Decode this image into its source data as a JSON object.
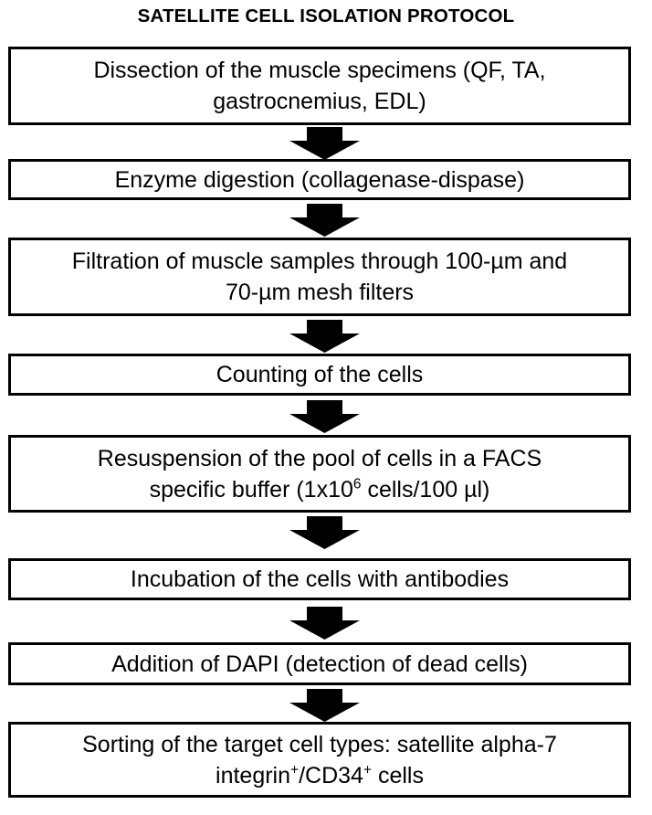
{
  "title": "SATELLITE CELL ISOLATION PROTOCOL",
  "colors": {
    "box_border": "#000000",
    "box_fill": "#ffffff",
    "arrow_fill": "#000000",
    "text": "#000000",
    "background": "#ffffff"
  },
  "chart_data": {
    "type": "diagram",
    "diagram_kind": "flowchart",
    "orientation": "vertical-top-to-bottom",
    "title": "SATELLITE CELL ISOLATION PROTOCOL",
    "connector": "solid-block-down-arrow",
    "node_count": 8,
    "nodes": [
      {
        "step": 1,
        "lines": [
          "Dissection of the muscle specimens (QF, TA,",
          "gastrocnemius, EDL)"
        ],
        "text": "Dissection of the muscle specimens (QF, TA, gastrocnemius, EDL)"
      },
      {
        "step": 2,
        "lines": [
          "Enzyme digestion (collagenase-dispase)"
        ],
        "text": "Enzyme digestion (collagenase-dispase)"
      },
      {
        "step": 3,
        "lines": [
          "Filtration of muscle samples through 100-µm and",
          "70-µm mesh filters"
        ],
        "text": "Filtration of muscle samples through 100-µm and 70-µm mesh filters"
      },
      {
        "step": 4,
        "lines": [
          "Counting of the cells"
        ],
        "text": "Counting of the cells"
      },
      {
        "step": 5,
        "lines": [
          "Resuspension of the pool of cells in a FACS",
          "specific buffer (1x10⁶ cells/100 µl)"
        ],
        "text": "Resuspension of the pool of cells in a FACS specific buffer (1x10⁶ cells/100 µl)"
      },
      {
        "step": 6,
        "lines": [
          "Incubation of the cells with antibodies"
        ],
        "text": "Incubation of the cells with antibodies"
      },
      {
        "step": 7,
        "lines": [
          "Addition of DAPI (detection of dead cells)"
        ],
        "text": "Addition of DAPI (detection of dead cells)"
      },
      {
        "step": 8,
        "lines": [
          "Sorting of the target cell types: satellite alpha-7",
          "integrin⁺/CD34⁺ cells"
        ],
        "text": "Sorting of the target cell types: satellite alpha-7 integrin⁺/CD34⁺ cells"
      }
    ]
  },
  "nodes": [
    {
      "id": "node-dissection",
      "line1": "Dissection of the muscle specimens (QF, TA,",
      "line2": "gastrocnemius, EDL)"
    },
    {
      "id": "node-enzyme-digestion",
      "line1": "Enzyme digestion (collagenase-dispase)"
    },
    {
      "id": "node-filtration",
      "line1": "Filtration of muscle samples through 100-µm and",
      "line2": "70-µm mesh filters"
    },
    {
      "id": "node-counting",
      "line1": "Counting of the cells"
    },
    {
      "id": "node-resuspension",
      "line1": "Resuspension of the pool of cells in a FACS",
      "line2_pre": "specific buffer (1x10",
      "line2_sup": "6",
      "line2_post": " cells/100 µl)"
    },
    {
      "id": "node-incubation",
      "line1": "Incubation of the cells with antibodies"
    },
    {
      "id": "node-dapi",
      "line1": "Addition of DAPI (detection of dead cells)"
    },
    {
      "id": "node-sorting",
      "line1": "Sorting of the target cell types: satellite alpha-7",
      "line2_pre": "integrin",
      "line2_sup1": "+",
      "line2_mid": "/CD34",
      "line2_sup2": "+",
      "line2_post": " cells"
    }
  ],
  "arrows": {
    "label": "down-arrow",
    "count": 7
  }
}
